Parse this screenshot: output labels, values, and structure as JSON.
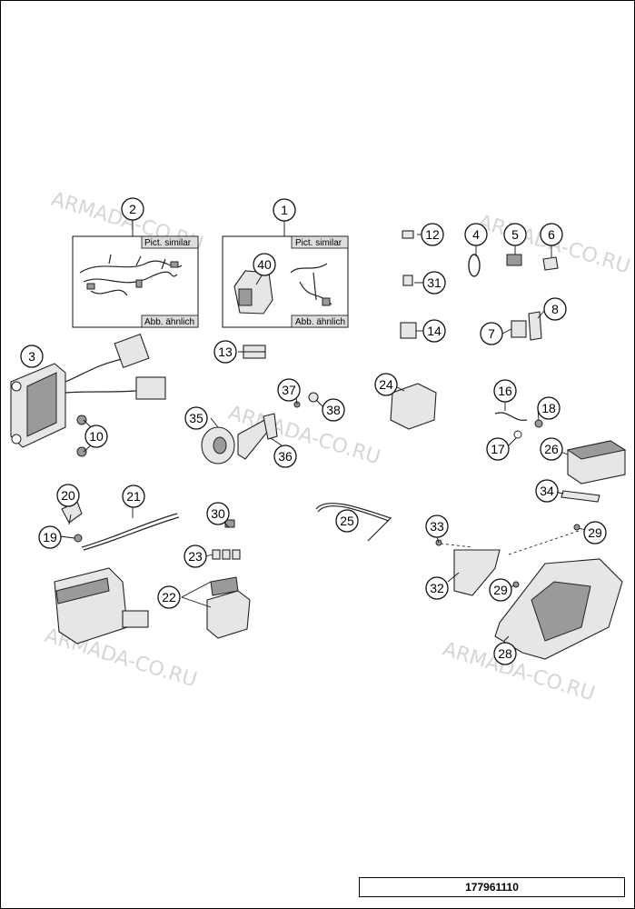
{
  "watermark": "ARMADA-CO.RU",
  "note_similar_en": "Pict. similar",
  "note_similar_de": "Abb. ähnlich",
  "reference_number": "177961110",
  "callouts": {
    "c1": "1",
    "c2": "2",
    "c3": "3",
    "c4": "4",
    "c5": "5",
    "c6": "6",
    "c7": "7",
    "c8": "8",
    "c10": "10",
    "c12": "12",
    "c13": "13",
    "c14": "14",
    "c16": "16",
    "c17": "17",
    "c18": "18",
    "c19": "19",
    "c20": "20",
    "c21": "21",
    "c22": "22",
    "c23": "23",
    "c24": "24",
    "c25": "25",
    "c26": "26",
    "c28": "28",
    "c29a": "29",
    "c29b": "29",
    "c30": "30",
    "c31": "31",
    "c32": "32",
    "c33": "33",
    "c34": "34",
    "c35": "35",
    "c36": "36",
    "c37": "37",
    "c38": "38",
    "c40": "40"
  }
}
